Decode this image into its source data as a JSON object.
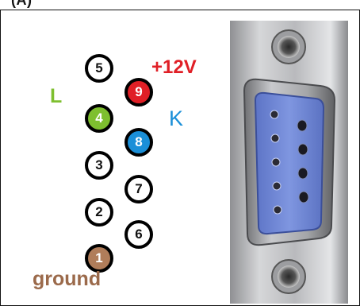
{
  "heading_fragment": "(A)",
  "pins": [
    {
      "number": "5",
      "color": "#ffffff"
    },
    {
      "number": "9",
      "color": "#e01f26"
    },
    {
      "number": "4",
      "color": "#7ebf2f"
    },
    {
      "number": "8",
      "color": "#1a8fd8"
    },
    {
      "number": "3",
      "color": "#ffffff"
    },
    {
      "number": "7",
      "color": "#ffffff"
    },
    {
      "number": "2",
      "color": "#ffffff"
    },
    {
      "number": "6",
      "color": "#ffffff"
    },
    {
      "number": "1",
      "color": "#b07d5a"
    }
  ],
  "labels": {
    "plus12v": {
      "text": "+12V",
      "color": "#e01f26"
    },
    "l": {
      "text": "L",
      "color": "#7ebf2f"
    },
    "k": {
      "text": "K",
      "color": "#1a8fd8"
    },
    "ground": {
      "text": "ground",
      "color": "#9b6a4b"
    }
  },
  "photo": {
    "description_icon": "db9-connector-photo"
  }
}
